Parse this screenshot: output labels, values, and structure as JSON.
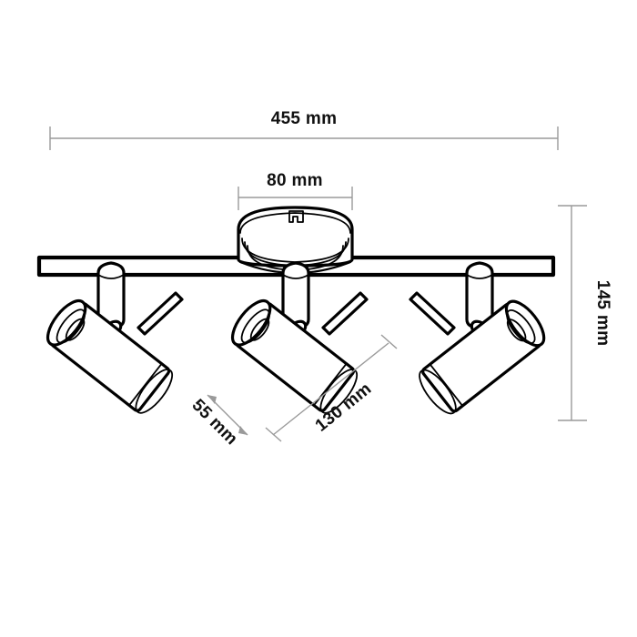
{
  "drawing": {
    "title": "Track spotlight bar technical dimension drawing",
    "background_color": "#ffffff",
    "line_color": "#000000",
    "dimension_color": "#9a9a9a",
    "text_color": "#111111",
    "units": "mm"
  },
  "dimensions": {
    "overall_width": {
      "label": "455 mm",
      "value": 455,
      "unit": "mm",
      "orientation": "horizontal",
      "position": "top"
    },
    "canopy_width": {
      "label": "80 mm",
      "value": 80,
      "unit": "mm",
      "orientation": "horizontal",
      "position": "top-center"
    },
    "overall_height": {
      "label": "145 mm",
      "value": 145,
      "unit": "mm",
      "orientation": "vertical",
      "position": "right",
      "rotation_deg": 90
    },
    "head_diameter": {
      "label": "55 mm",
      "value": 55,
      "unit": "mm",
      "orientation": "diagonal",
      "position": "bottom-center-left",
      "rotation_deg": 38
    },
    "head_length": {
      "label": "130 mm",
      "value": 130,
      "unit": "mm",
      "orientation": "diagonal",
      "position": "bottom-center-right",
      "rotation_deg": 38
    }
  },
  "product": {
    "type": "three-light ceiling track spotlight",
    "lamp_count": 3,
    "parts": {
      "mounting_bar": "mounting-bar",
      "ceiling_canopy": "ceiling-canopy",
      "spotlight_head": "spotlight-head",
      "adjustment_rod": "adjustment-rod",
      "stem": "spotlight-stem"
    }
  }
}
